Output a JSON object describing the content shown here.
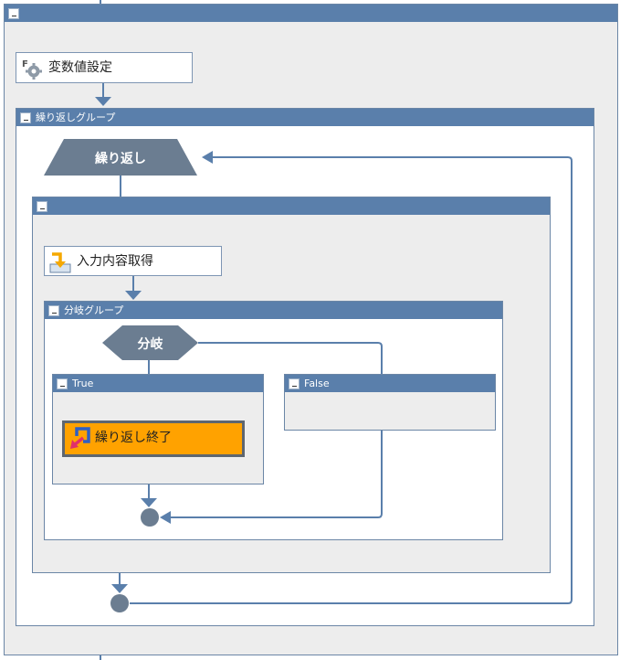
{
  "outer_group": {
    "title": ""
  },
  "set_variable": {
    "label": "変数値設定",
    "icon": "variable-gear-icon"
  },
  "loop_group": {
    "title": "繰り返しグループ"
  },
  "loop_node": {
    "label": "繰り返し"
  },
  "inner_group": {
    "title": ""
  },
  "input_node": {
    "label": "入力内容取得",
    "icon": "input-arrow-icon"
  },
  "branch_group": {
    "title": "分岐グループ"
  },
  "branch_node": {
    "label": "分岐"
  },
  "true_group": {
    "title": "True"
  },
  "false_group": {
    "title": "False"
  },
  "end_loop_node": {
    "label": "繰り返し終了",
    "icon": "loop-exit-icon"
  },
  "colors": {
    "group_header": "#5a7fab",
    "group_body": "#ededed",
    "connector": "#5a7fab",
    "shape_fill": "#6b7d91",
    "end_loop_fill": "#ffa200"
  }
}
